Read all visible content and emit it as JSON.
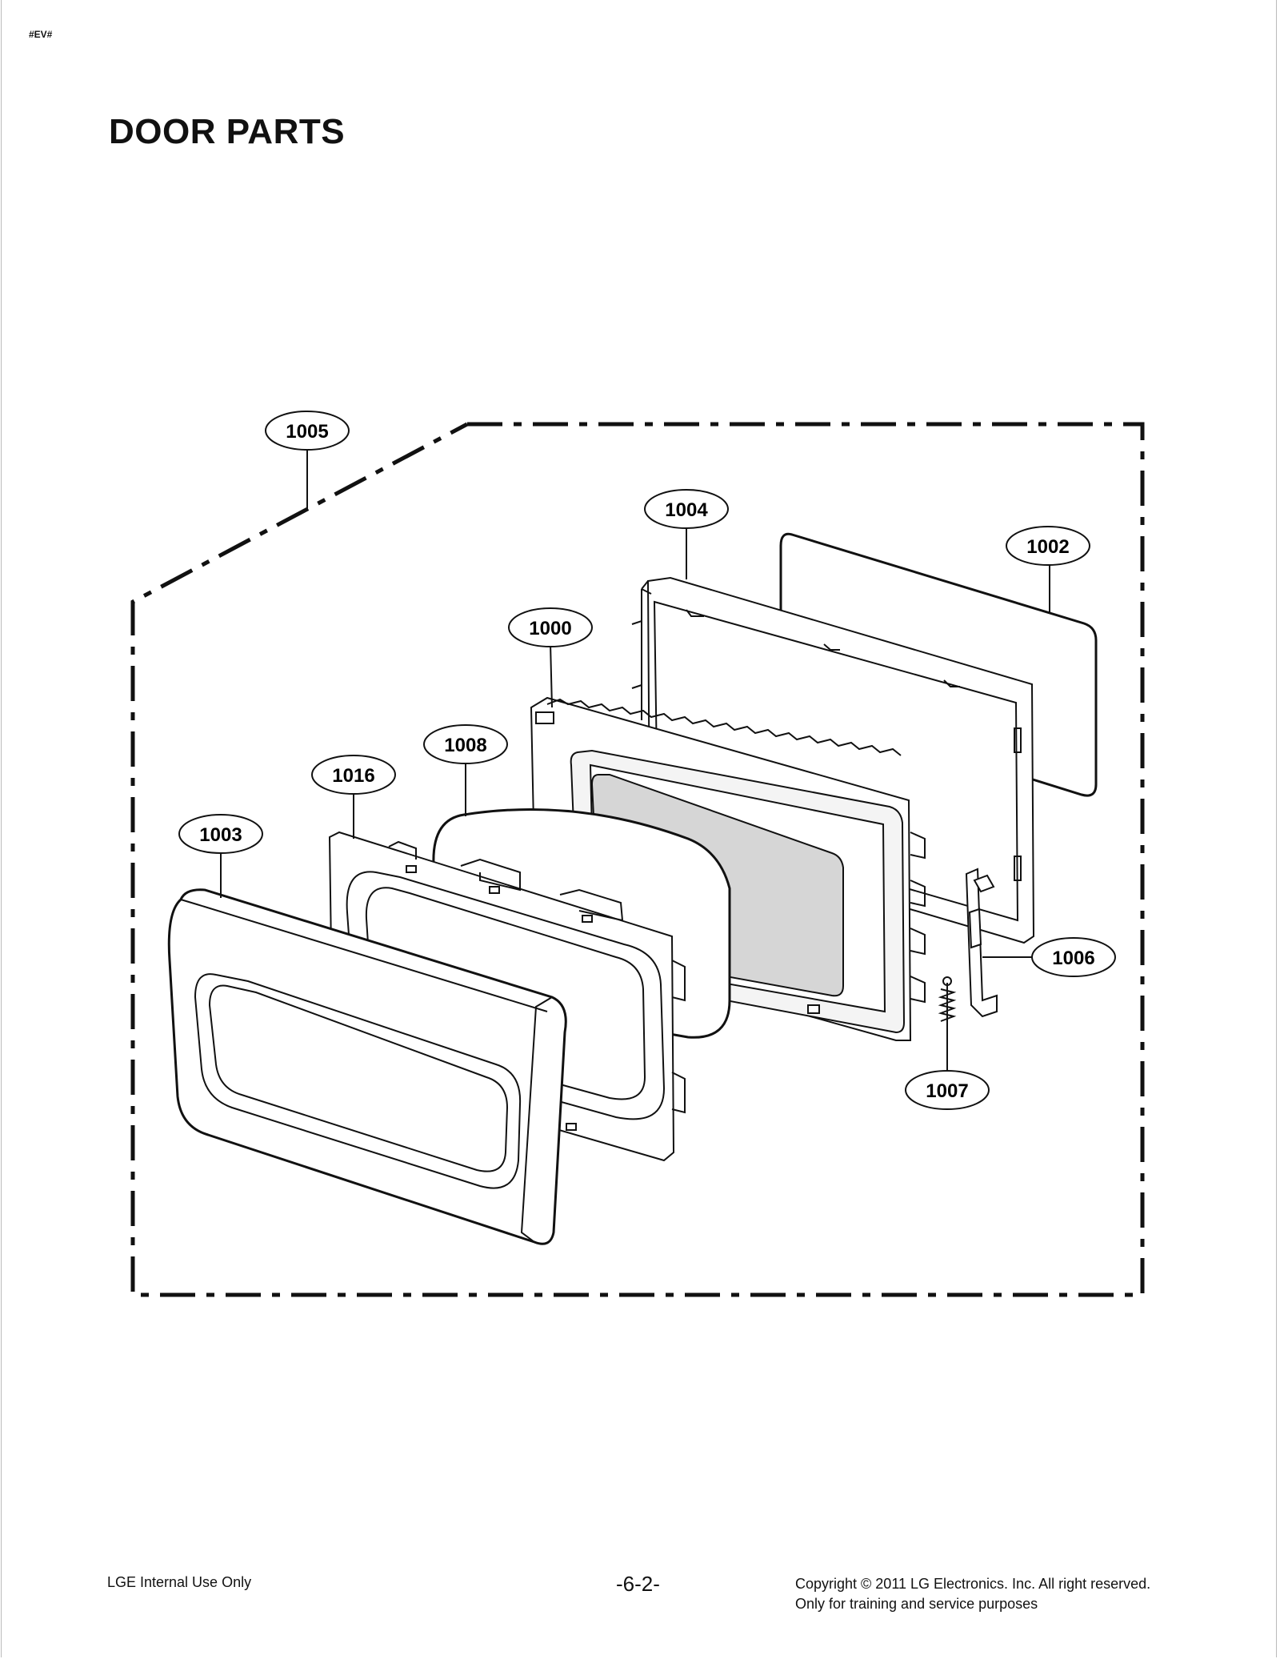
{
  "header": {
    "code": "#EV#",
    "title": "DOOR PARTS"
  },
  "diagram": {
    "callouts": [
      {
        "id": "1005"
      },
      {
        "id": "1004"
      },
      {
        "id": "1002"
      },
      {
        "id": "1000"
      },
      {
        "id": "1008"
      },
      {
        "id": "1016"
      },
      {
        "id": "1003"
      },
      {
        "id": "1006"
      },
      {
        "id": "1007"
      }
    ]
  },
  "footer": {
    "left": "LGE Internal Use Only",
    "page": "-6-2-",
    "copyright_line1": "Copyright © 2011 LG Electronics. Inc. All right reserved.",
    "copyright_line2": "Only for training and service purposes"
  }
}
